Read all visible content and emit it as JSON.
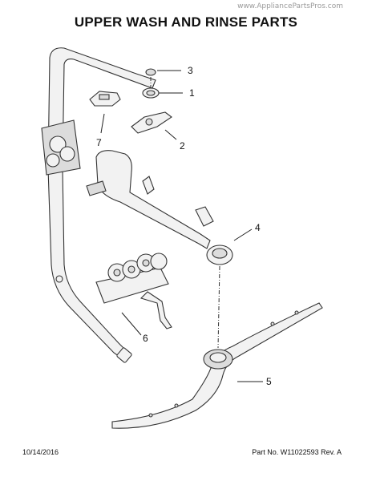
{
  "watermark": "www.AppliancePartsPros.com",
  "title": "UPPER WASH AND RINSE PARTS",
  "footer": {
    "date": "10/14/2016",
    "part_number": "Part No.  W11022593  Rev. A"
  },
  "callouts": [
    "1",
    "2",
    "3",
    "4",
    "5",
    "6",
    "7"
  ]
}
